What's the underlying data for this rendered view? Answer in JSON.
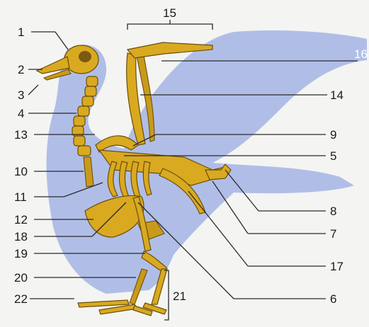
{
  "diagram": {
    "background_color": "#f4f4f2",
    "silhouette_color": "#a9b8e6",
    "bone_color": "#d9a920",
    "labels": [
      "1",
      "2",
      "3",
      "4",
      "13",
      "10",
      "11",
      "12",
      "18",
      "19",
      "20",
      "22",
      "15",
      "16",
      "14",
      "9",
      "5",
      "8",
      "7",
      "17",
      "6",
      "21"
    ]
  }
}
